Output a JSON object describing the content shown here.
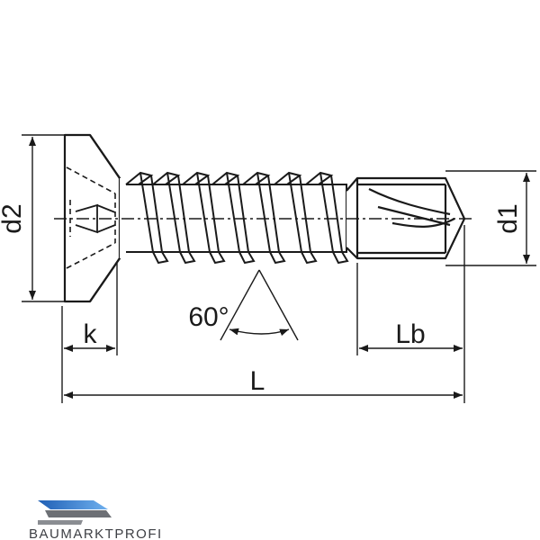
{
  "drawing": {
    "dimensions": {
      "head_diameter": "d2",
      "drill_diameter": "d1",
      "head_height": "k",
      "drill_length": "Lb",
      "total_length": "L",
      "head_angle": "60°"
    }
  },
  "logo": {
    "text": "BAUMARKTPROFI",
    "colors": [
      "#2f7bd3",
      "#6d7075"
    ]
  },
  "colors": {
    "line": "#1a1a1a",
    "background": "#ffffff"
  }
}
